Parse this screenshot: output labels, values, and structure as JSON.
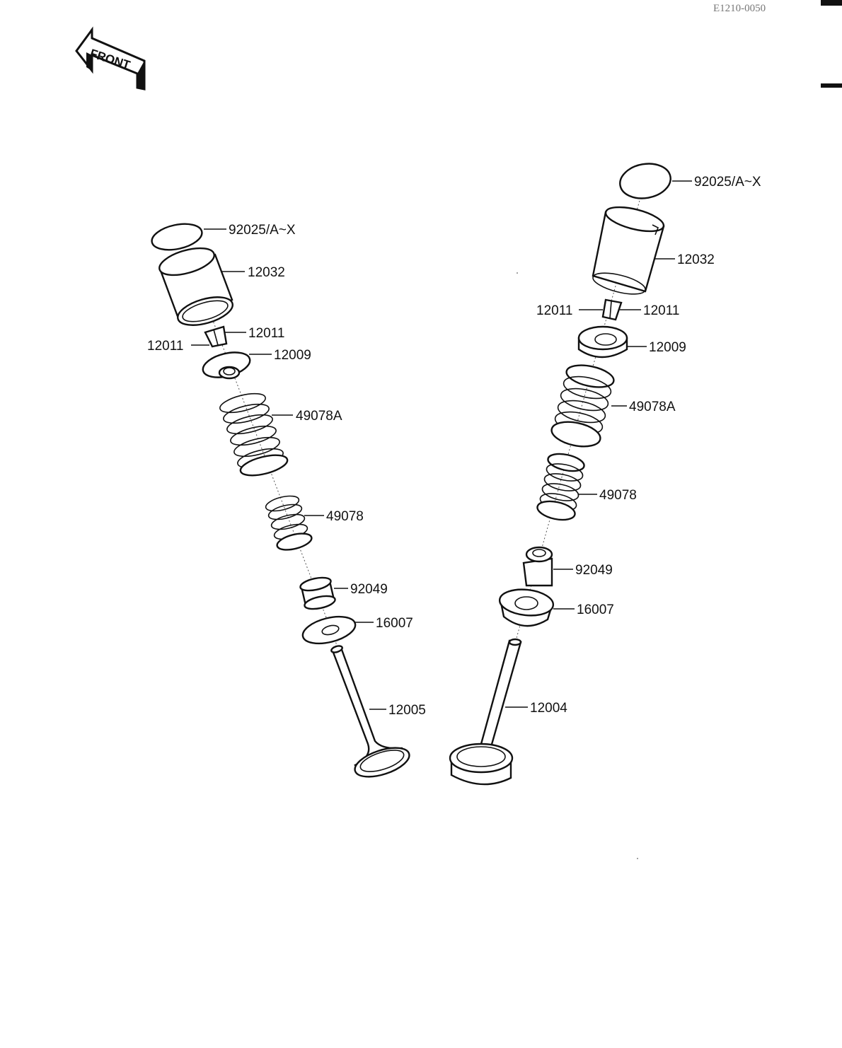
{
  "drawing_code": "E1210-0050",
  "front_arrow_label": "FRONT",
  "left_column": {
    "shim": "92025/A~X",
    "tappet": "12032",
    "retainer_keeper_right": "12011",
    "retainer_keeper_left": "12011",
    "spring_retainer": "12009",
    "outer_spring": "49078A",
    "inner_spring": "49078",
    "stem_seal": "92049",
    "spring_seat": "16007",
    "valve": "12005"
  },
  "right_column": {
    "shim": "92025/A~X",
    "tappet": "12032",
    "retainer_keeper_left": "12011",
    "retainer_keeper_right": "12011",
    "spring_retainer": "12009",
    "outer_spring": "49078A",
    "inner_spring": "49078",
    "stem_seal": "92049",
    "spring_seat": "16007",
    "valve": "12004"
  }
}
